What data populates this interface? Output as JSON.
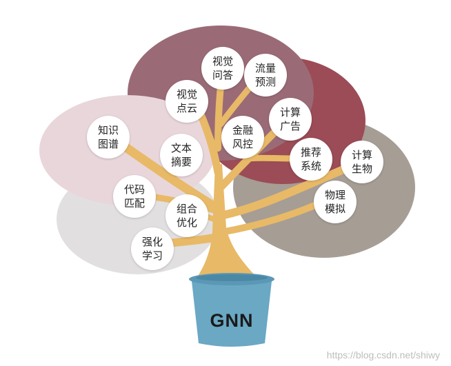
{
  "pot_label": "GNN",
  "watermark": "https://blog.csdn.net/shiwy",
  "colors": {
    "cloud_pink": "#e8d6da",
    "cloud_lightgray": "#e2dfe0",
    "cloud_mauve": "#9a6b76",
    "cloud_burgundy": "#9b4c56",
    "cloud_taupe": "#a69d95",
    "trunk": "#e8b967",
    "pot_body": "#6aa8c4",
    "pot_rim": "#5a98b6",
    "leaf_bg": "#ffffff"
  },
  "leaves": [
    {
      "id": "shijue-wenda",
      "line1": "视觉",
      "line2": "问答"
    },
    {
      "id": "liuliang-yuce",
      "line1": "流量",
      "line2": "预测"
    },
    {
      "id": "shijue-dianyun",
      "line1": "视觉",
      "line2": "点云"
    },
    {
      "id": "jisuan-guanggao",
      "line1": "计算",
      "line2": "广告"
    },
    {
      "id": "jinrong-fengkong",
      "line1": "金融",
      "line2": "风控"
    },
    {
      "id": "zhishi-tupu",
      "line1": "知识",
      "line2": "图谱"
    },
    {
      "id": "wenben-zhaiyao",
      "line1": "文本",
      "line2": "摘要"
    },
    {
      "id": "tuijian-xitong",
      "line1": "推荐",
      "line2": "系统"
    },
    {
      "id": "jisuan-shengwu",
      "line1": "计算",
      "line2": "生物"
    },
    {
      "id": "daima-pipei",
      "line1": "代码",
      "line2": "匹配"
    },
    {
      "id": "wuli-moni",
      "line1": "物理",
      "line2": "模拟"
    },
    {
      "id": "zuhe-youhua",
      "line1": "组合",
      "line2": "优化"
    },
    {
      "id": "qianghua-xuexi",
      "line1": "强化",
      "line2": "学习"
    }
  ]
}
